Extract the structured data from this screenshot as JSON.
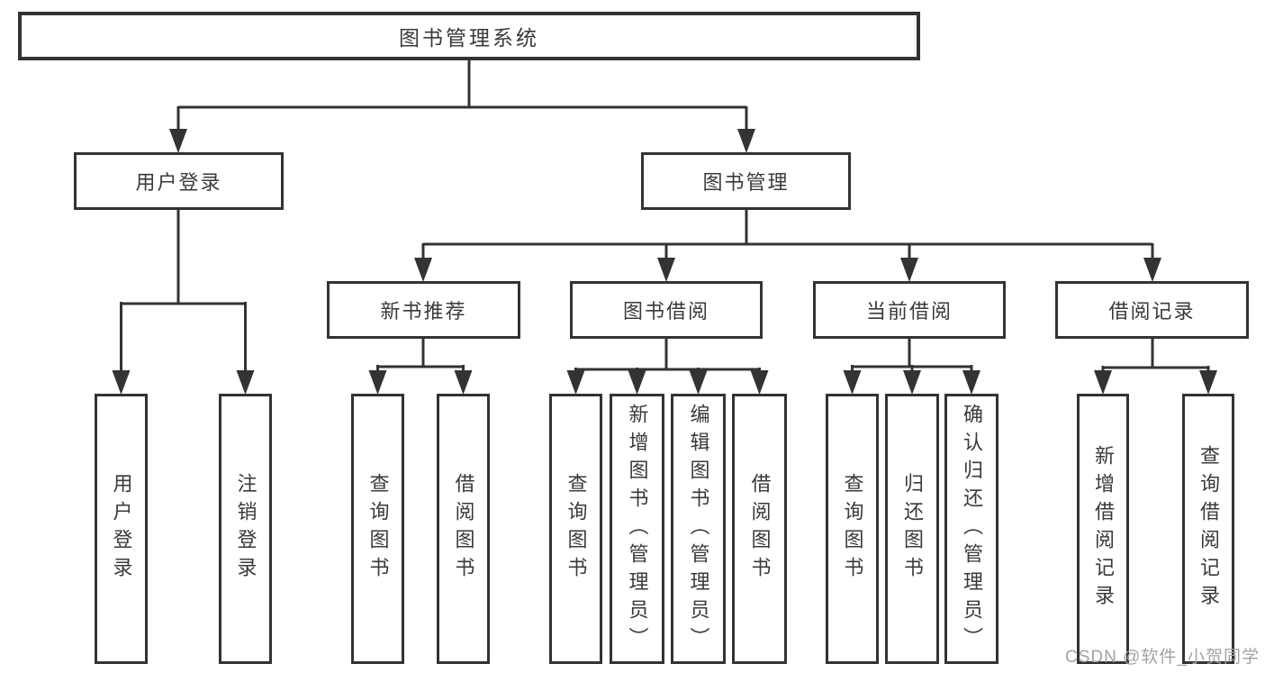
{
  "tree": {
    "root": {
      "label": "图书管理系统"
    },
    "branches": [
      {
        "label": "用户登录",
        "leaves": [
          "用户登录",
          "注销登录"
        ]
      },
      {
        "label": "图书管理",
        "groups": [
          {
            "label": "新书推荐",
            "leaves": [
              "查询图书",
              "借阅图书"
            ]
          },
          {
            "label": "图书借阅",
            "leaves": [
              "查询图书",
              "新增图书（管理员）",
              "编辑图书（管理员）",
              "借阅图书"
            ]
          },
          {
            "label": "当前借阅",
            "leaves": [
              "查询图书",
              "归还图书",
              "确认归还（管理员）"
            ]
          },
          {
            "label": "借阅记录",
            "leaves": [
              "新增借阅记录",
              "查询借阅记录"
            ]
          }
        ]
      }
    ]
  },
  "watermark": {
    "text": "CSDN @软件_小贺同学"
  },
  "colors": {
    "line": "#333333",
    "border": "#333333",
    "text": "#3a3a3a",
    "watermark": "#a3a3a3",
    "background": "#ffffff"
  }
}
